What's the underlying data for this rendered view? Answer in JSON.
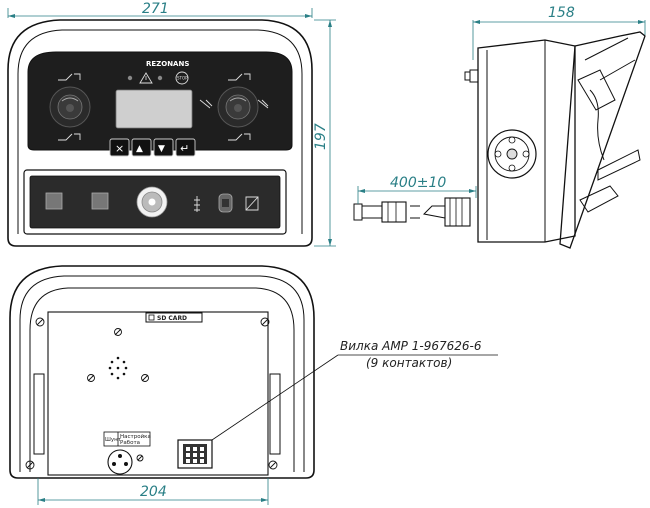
{
  "dimensions": {
    "front_width": "271",
    "front_height": "197",
    "side_depth": "158",
    "cable_length": "400±10",
    "rear_width": "204"
  },
  "front_panel": {
    "brand": "REZONANS",
    "stop_label": "STOP",
    "buttons": [
      "×",
      "▲",
      "▼",
      "↵"
    ]
  },
  "rear_panel": {
    "sd_card_label": "SD CARD",
    "switch_label_left": "Шунт",
    "switch_label_right_1": "Настройка",
    "switch_label_right_2": "Работа"
  },
  "callout": {
    "line1": "Вилка AMP 1-967626-6",
    "line2": "(9 контактов)"
  },
  "colors": {
    "dimension": "#2a7f86",
    "outline": "#111111",
    "panel_dark": "#1e1e1e",
    "screen": "#cfcfcf"
  }
}
